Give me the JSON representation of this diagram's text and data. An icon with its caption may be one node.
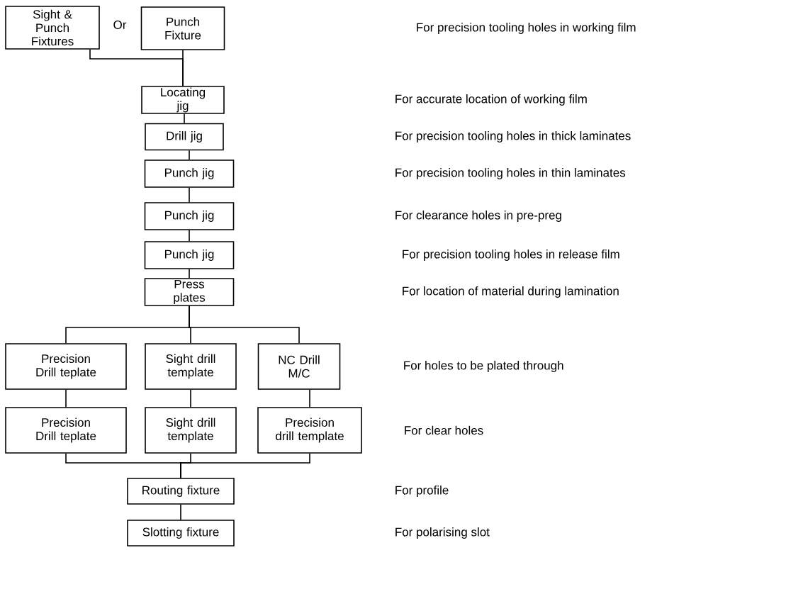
{
  "diagram": {
    "nodes": [
      {
        "text": [
          "Sight & Punch Fixtures"
        ]
      },
      {
        "text": [
          "Punch Fixture"
        ]
      },
      {
        "text": [
          "Locating jig"
        ]
      },
      {
        "text": [
          "Drill jig"
        ]
      },
      {
        "text": [
          "Punch jig"
        ]
      },
      {
        "text": [
          "Punch jig"
        ]
      },
      {
        "text": [
          "Punch jig"
        ]
      },
      {
        "text": [
          "Press plates"
        ]
      },
      {
        "text": [
          "Precision Drill teplate"
        ]
      },
      {
        "text": [
          "Sight drill template"
        ]
      },
      {
        "text": [
          "NC Drill M/C"
        ]
      },
      {
        "text": [
          "Precision Drill teplate"
        ]
      },
      {
        "text": [
          "Sight drill template"
        ]
      },
      {
        "text": [
          "Precision drill template"
        ]
      },
      {
        "text": [
          "Routing fixture"
        ]
      },
      {
        "text": [
          "Slotting fixture"
        ]
      }
    ],
    "edges": [
      {
        "from": 0,
        "to": 2,
        "arrow": "none"
      },
      {
        "from": 1,
        "to": 2,
        "arrow": "none"
      },
      {
        "from": 2,
        "to": 3,
        "arrow": "none"
      },
      {
        "from": 3,
        "to": 4,
        "arrow": "none"
      },
      {
        "from": 4,
        "to": 5,
        "arrow": "none"
      },
      {
        "from": 5,
        "to": 6,
        "arrow": "none"
      },
      {
        "from": 6,
        "to": 7,
        "arrow": "none"
      },
      {
        "from": 7,
        "to": 8,
        "arrow": "none"
      },
      {
        "from": 7,
        "to": 9,
        "arrow": "none"
      },
      {
        "from": 7,
        "to": 10,
        "arrow": "none"
      },
      {
        "from": 8,
        "to": 11,
        "arrow": "none"
      },
      {
        "from": 9,
        "to": 12,
        "arrow": "none"
      },
      {
        "from": 10,
        "to": 13,
        "arrow": "none"
      },
      {
        "from": 11,
        "to": 14,
        "arrow": "none"
      },
      {
        "from": 12,
        "to": 14,
        "arrow": "none"
      },
      {
        "from": 13,
        "to": 14,
        "arrow": "none"
      },
      {
        "from": 14,
        "to": 15,
        "arrow": "none"
      }
    ],
    "labels": [
      "Or",
      "For precision tooling holes in working film",
      "For accurate location of working film",
      "For precision tooling holes in thick laminates",
      "For precision tooling holes in thin laminates",
      "For clearance holes in pre-preg",
      "For precision tooling holes in release film",
      "For location of material during lamination",
      "For holes to be plated through",
      "For clear holes",
      "For profile",
      "For polarising slot"
    ]
  }
}
